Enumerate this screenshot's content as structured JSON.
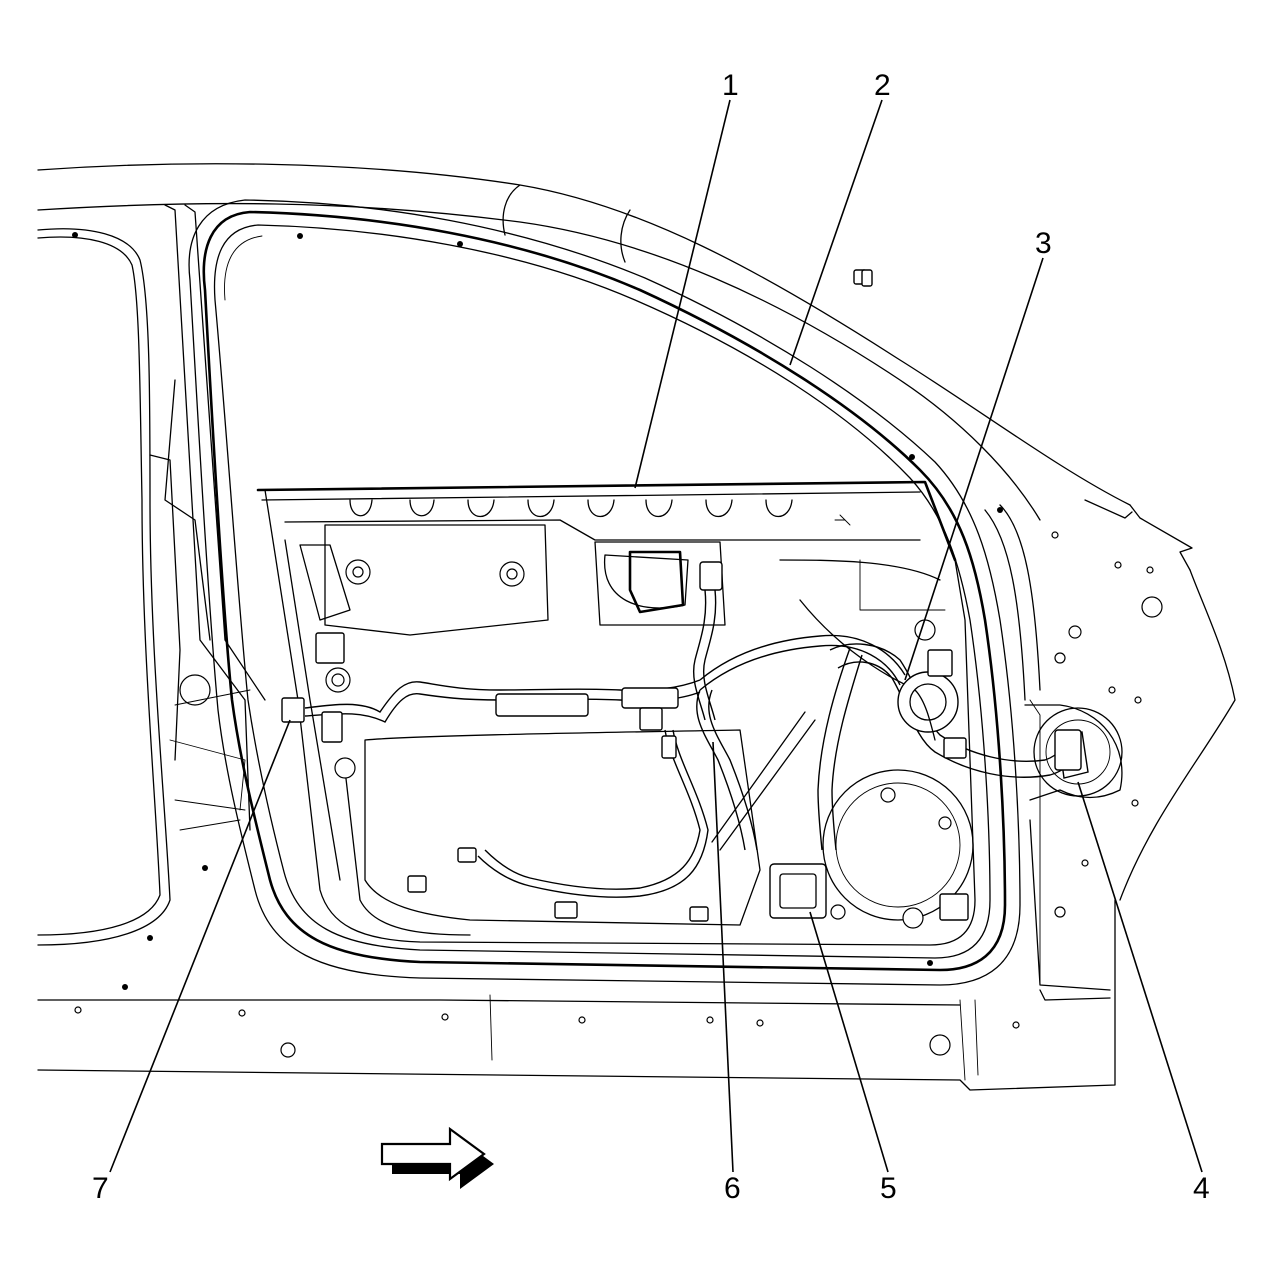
{
  "callouts": [
    {
      "id": "1",
      "label": "1"
    },
    {
      "id": "2",
      "label": "2"
    },
    {
      "id": "3",
      "label": "3"
    },
    {
      "id": "4",
      "label": "4"
    },
    {
      "id": "5",
      "label": "5"
    },
    {
      "id": "6",
      "label": "6"
    },
    {
      "id": "7",
      "label": "7"
    }
  ],
  "direction_arrow": "forward-arrow",
  "colors": {
    "line": "#000000",
    "background": "#ffffff"
  }
}
